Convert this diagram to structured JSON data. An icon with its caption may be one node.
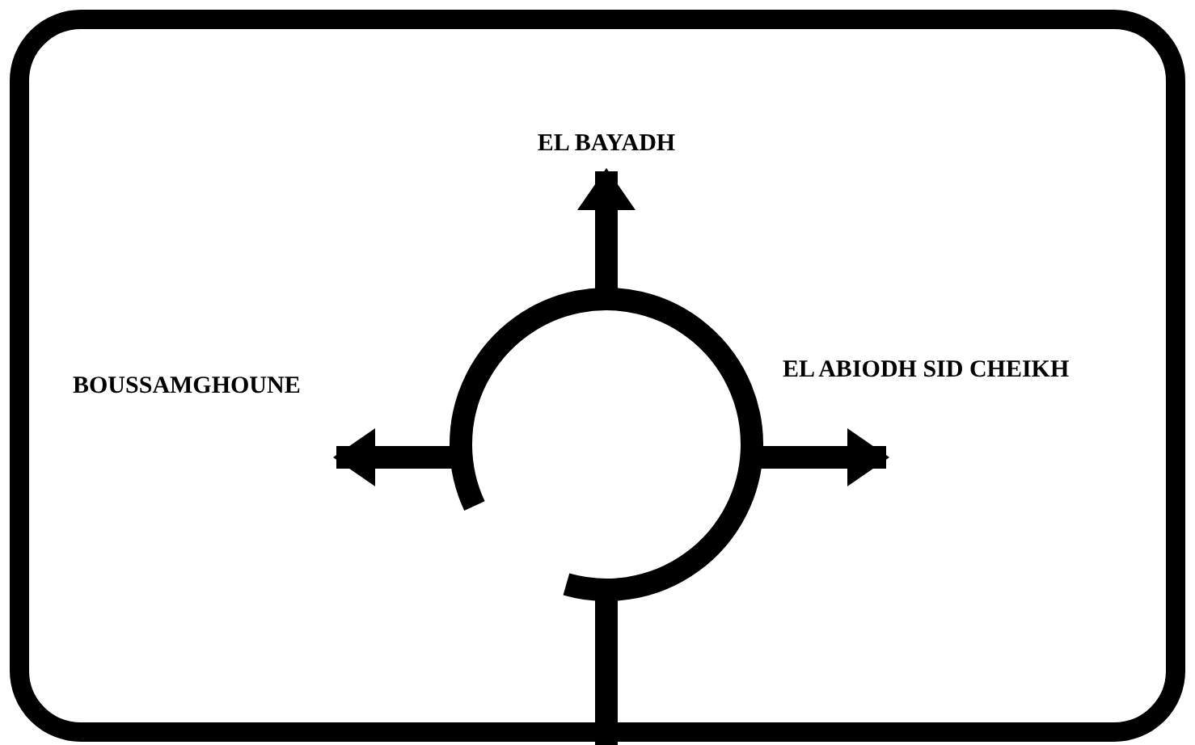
{
  "diagram": {
    "nodes": [
      {
        "text": [
          "EL BAYADH"
        ]
      },
      {
        "text": [
          "BOUSSAMGHOUNE"
        ]
      },
      {
        "text": [
          "EL ABIODH SID CHEIKH"
        ]
      },
      {
        "text": [],
        "shape": "circle"
      }
    ],
    "edges": [
      {
        "from": 3,
        "to": 0,
        "arrow": "to"
      },
      {
        "from": 3,
        "to": 1,
        "arrow": "to"
      },
      {
        "from": 3,
        "to": 2,
        "arrow": "to"
      },
      {
        "from": null,
        "to": 3,
        "arrow": "none"
      }
    ]
  }
}
